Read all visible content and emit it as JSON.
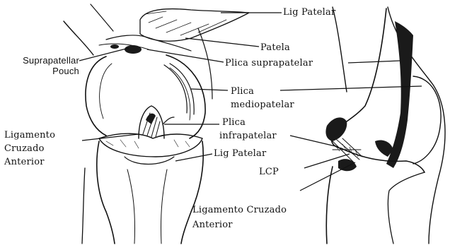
{
  "diagram": {
    "labels": {
      "lig_patelar_top": "Lig Patelar",
      "patela": "Patela",
      "plica_suprapatelar": "Plica suprapatelar",
      "suprapatellar_pouch": [
        "Suprapatellar",
        "Pouch"
      ],
      "plica_mediopatelar": [
        "Plica",
        "mediopatelar"
      ],
      "ligamento_cruzado_anterior_left": [
        "Ligamento",
        "Cruzado",
        "Anterior"
      ],
      "plica_infrapatelar": [
        "Plica",
        "infrapatelar"
      ],
      "lig_patelar_bottom": "Lig Patelar",
      "lcp": "LCP",
      "ligamento_cruzado_anterior_bottom": [
        "Ligamento Cruzado",
        "Anterior"
      ]
    },
    "style": {
      "ink_color": "#111111",
      "background": "#ffffff",
      "dark_fill": "#1a1a1a"
    }
  }
}
